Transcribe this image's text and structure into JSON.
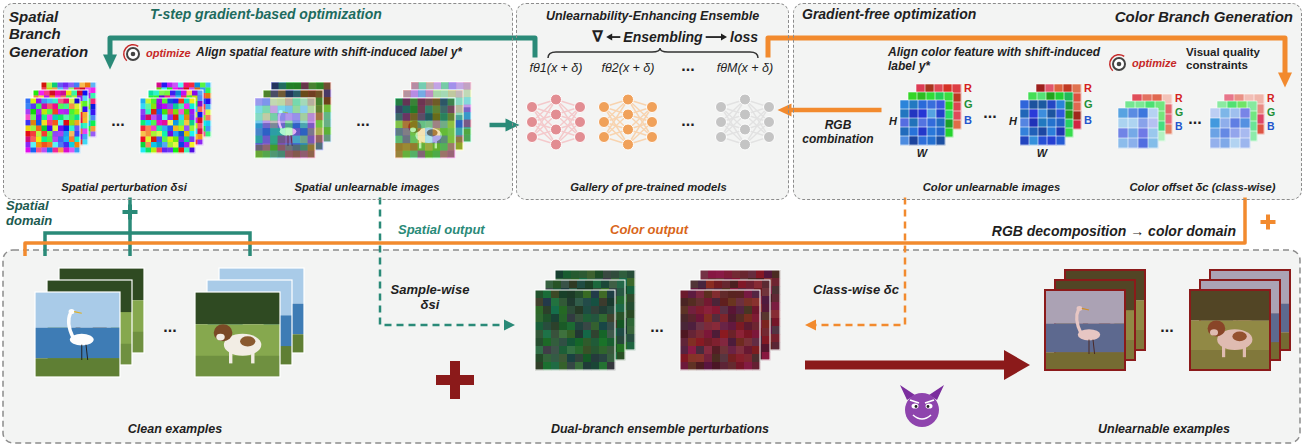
{
  "diagram": {
    "nodes": [
      {
        "text": [
          "Spatial Branch Generation"
        ]
      },
      {
        "text": [
          "Spatial perturbation δsi"
        ],
        "in": 0
      },
      {
        "text": [
          "Spatial unlearnable images"
        ],
        "in": 0
      },
      {
        "text": [
          "Unlearnability-Enhancing Ensemble"
        ]
      },
      {
        "text": [
          "Gallery of pre-trained models"
        ],
        "in": 3
      },
      {
        "text": [
          "Color Branch Generation"
        ]
      },
      {
        "text": [
          "Color unlearnable images"
        ],
        "in": 5
      },
      {
        "text": [
          "Color offset δc (class-wise)"
        ],
        "in": 5
      },
      {
        "text": [
          "Clean examples"
        ]
      },
      {
        "text": [
          "Dual-branch ensemble perturbations"
        ]
      },
      {
        "text": [
          "Unlearnable examples"
        ]
      }
    ],
    "edges": [
      {
        "from": 2,
        "to": 4,
        "arrow": "to"
      },
      {
        "from": 6,
        "to": 4,
        "label": "RGB combination",
        "arrow": "to"
      },
      {
        "from": 4,
        "to": 1,
        "arrow": "to"
      },
      {
        "from": 4,
        "to": 7,
        "arrow": "to"
      },
      {
        "from": 8,
        "to": 1,
        "arrow": "none"
      },
      {
        "from": 8,
        "to": 7,
        "arrow": "none"
      },
      {
        "from": 2,
        "to": 9,
        "label": "Sample-wise δsi",
        "arrow": "to"
      },
      {
        "from": 6,
        "to": 9,
        "label": "Class-wise δc",
        "arrow": "to"
      },
      {
        "from": 9,
        "to": 10,
        "arrow": "to"
      }
    ],
    "labels": [
      "T-step gradient-based optimization",
      "optimize",
      "Align spatial feature with shift-induced label y*",
      "...",
      "...",
      "∇",
      "Ensembling",
      "loss",
      "fθ1(x + δ)",
      "fθ2(x + δ)",
      "...",
      "fθM(x + δ)",
      "...",
      "Gradient-free optimization",
      "optimize",
      "Align color feature with shift-induced label y*",
      "Visual quality constraints",
      "R",
      "G",
      "B",
      "H",
      "W",
      "...",
      "R",
      "G",
      "B",
      "H",
      "W",
      "R",
      "G",
      "B",
      "...",
      "R",
      "G",
      "B",
      "Spatial domain",
      "Spatial output",
      "Color output",
      "RGB decomposition → color domain",
      "...",
      "...",
      "..."
    ]
  }
}
